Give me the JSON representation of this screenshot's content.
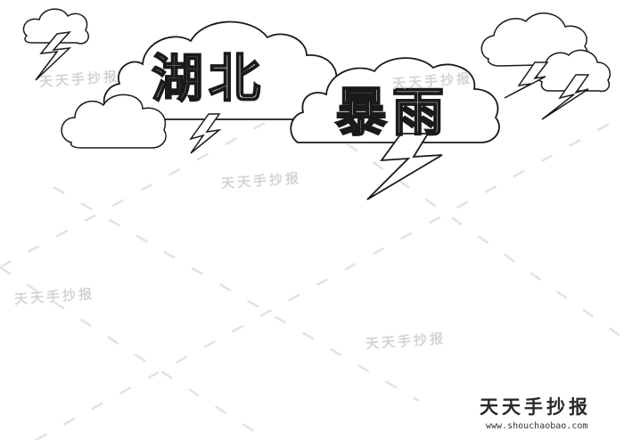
{
  "title": {
    "word_1": "湖北",
    "word_2": "暴雨"
  },
  "watermark": {
    "text": "天天手抄报"
  },
  "branding": {
    "name": "天天手抄报",
    "url": "www.shouchaobao.com"
  },
  "colors": {
    "line": "#1a1a1a",
    "watermark": "#d4d4d4",
    "background": "#ffffff"
  },
  "icons": [
    "cloud-icon",
    "lightning-icon"
  ]
}
